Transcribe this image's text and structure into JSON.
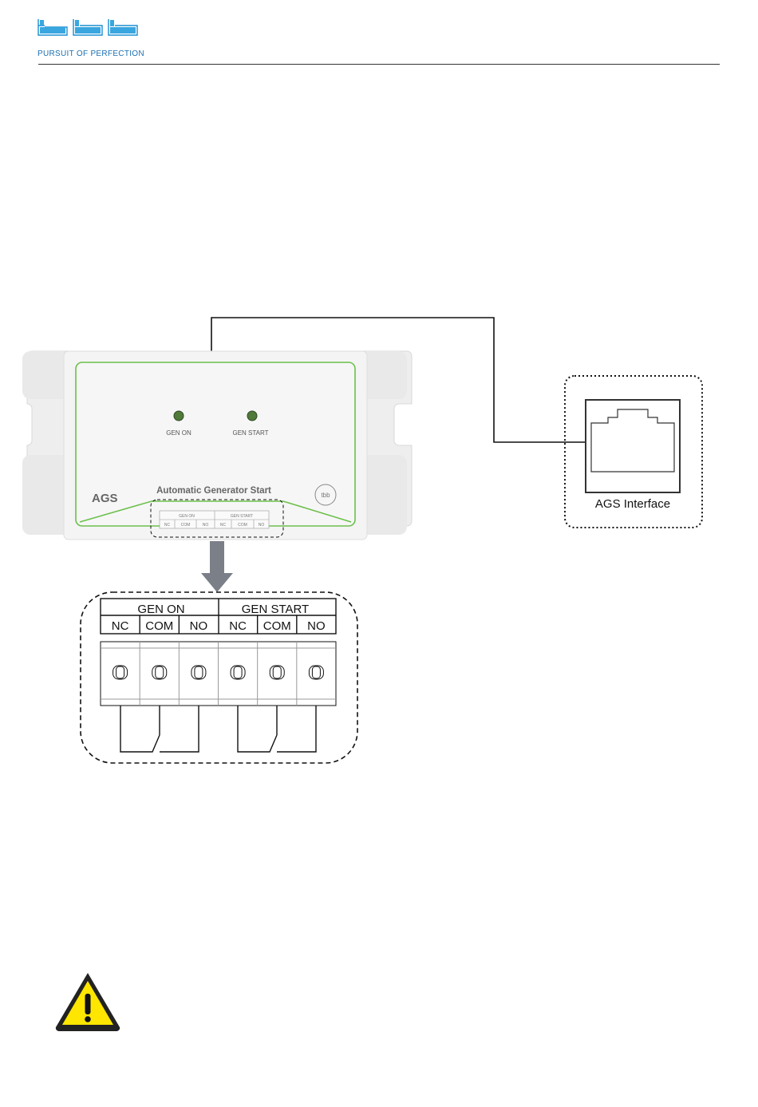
{
  "header": {
    "logo_icon": "tbb-logo",
    "tagline": "PURSUIT OF PERFECTION",
    "brand_color": "#1b6fb0"
  },
  "device": {
    "model": "AGS",
    "name": "Automatic Generator Start",
    "led_gen_on": "GEN ON",
    "led_gen_start": "GEN START",
    "brand_badge": "tbb",
    "accent_color": "#6cc04a",
    "terminal_strip": {
      "groups": [
        "GEN ON",
        "GEN START"
      ],
      "terminals": [
        "NC",
        "COM",
        "NO",
        "NC",
        "COM",
        "NO"
      ]
    }
  },
  "interface": {
    "label": "AGS Interface",
    "icon": "rj45-port-icon"
  },
  "terminal_detail": {
    "group_gen_on": "GEN ON",
    "group_gen_start": "GEN START",
    "terminals": [
      "NC",
      "COM",
      "NO",
      "NC",
      "COM",
      "NO"
    ]
  },
  "warning": {
    "icon": "warning-icon",
    "color": "#ffe600"
  }
}
